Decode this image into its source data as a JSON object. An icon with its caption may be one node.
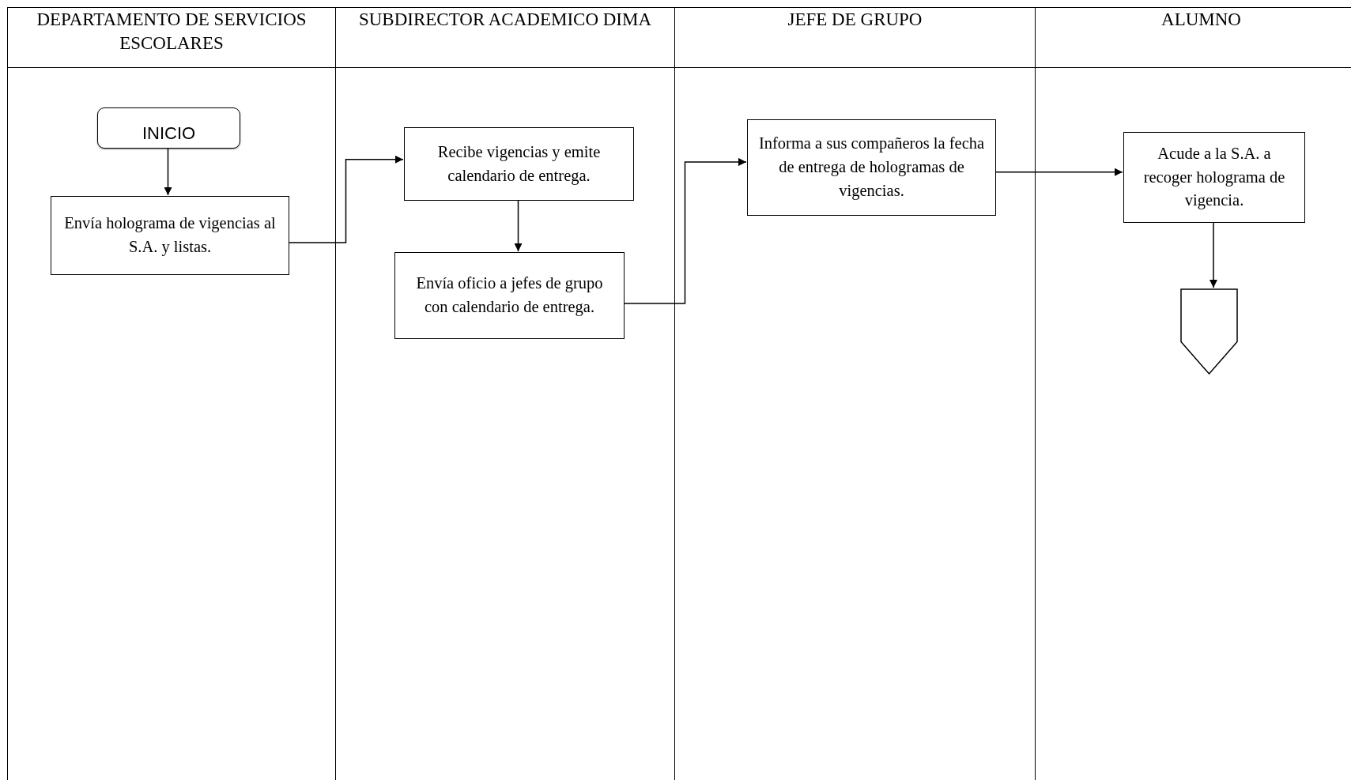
{
  "diagram": {
    "nodes": [
      {
        "text": [
          "DEPARTAMENTO DE SERVICIOS ESCOLARES"
        ]
      },
      {
        "text": [
          "SUBDIRECTOR ACADEMICO DIMA"
        ]
      },
      {
        "text": [
          "JEFE DE GRUPO"
        ]
      },
      {
        "text": [
          "ALUMNO"
        ]
      },
      {
        "text": [
          "INICIO"
        ],
        "in": 0
      },
      {
        "text": [
          "Envía holograma de vigencias al S.A. y listas."
        ],
        "in": 0
      },
      {
        "text": [
          "Recibe vigencias y emite calendario de entrega."
        ],
        "in": 1
      },
      {
        "text": [
          "Envía oficio a jefes de grupo con calendario de entrega."
        ],
        "in": 1
      },
      {
        "text": [
          "Informa a sus compañeros la fecha de entrega de hologramas de vigencias."
        ],
        "in": 2
      },
      {
        "text": [
          "Acude a la S.A. a recoger holograma de vigencia."
        ],
        "in": 3
      },
      {
        "text": [],
        "shape": "pentagon",
        "in": 3
      }
    ],
    "edges": [
      {
        "from": 4,
        "to": 5,
        "arrow": "to"
      },
      {
        "from": 5,
        "to": 6,
        "arrow": "to"
      },
      {
        "from": 6,
        "to": 7,
        "arrow": "to"
      },
      {
        "from": 7,
        "to": 8,
        "arrow": "to"
      },
      {
        "from": 8,
        "to": 9,
        "arrow": "to"
      },
      {
        "from": 9,
        "to": 10,
        "arrow": "to"
      }
    ]
  }
}
